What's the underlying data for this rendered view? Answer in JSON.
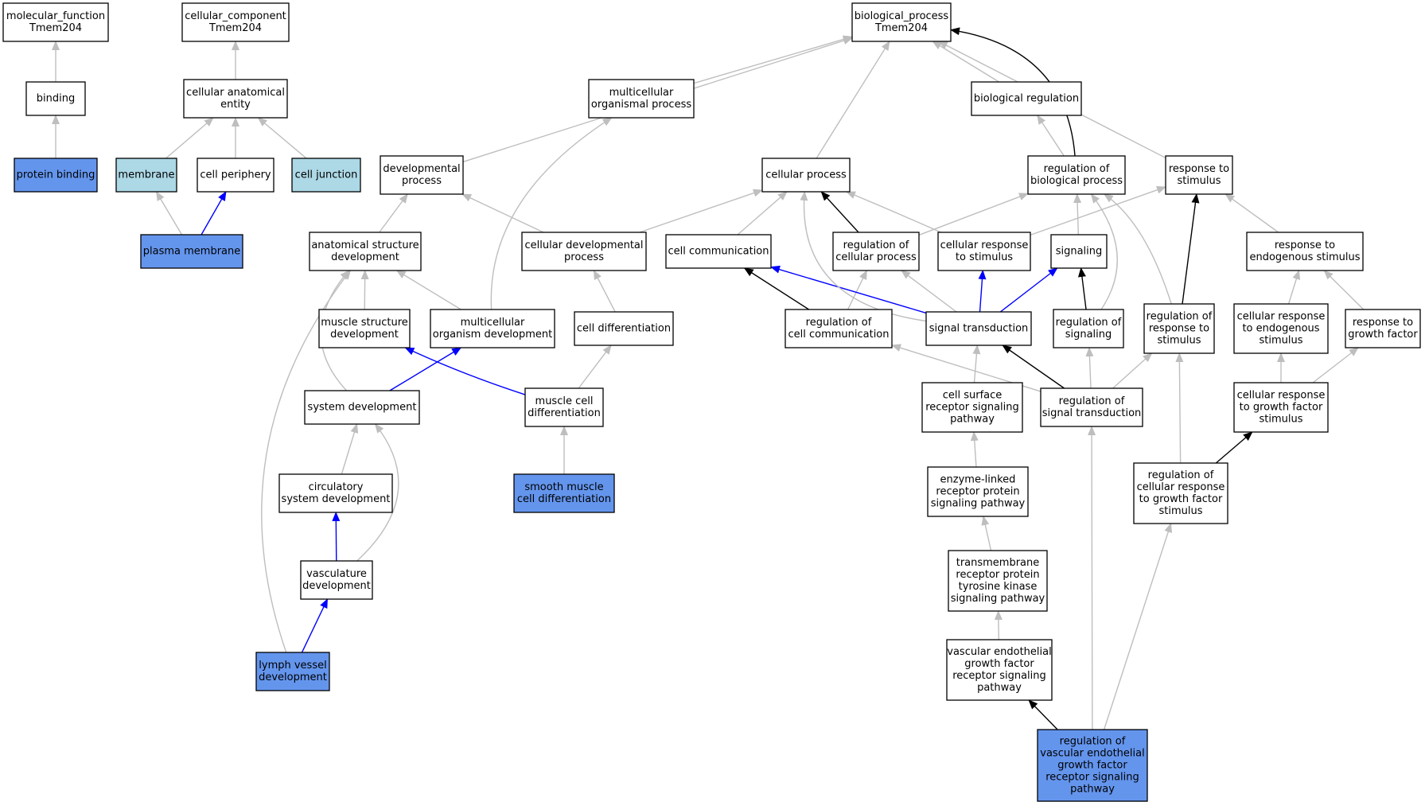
{
  "colors": {
    "plain_fill": "#ffffff",
    "annotated_fill": "#6495ed",
    "component_fill": "#add8e6",
    "edge_gray": "#bebebe",
    "edge_black": "#000000",
    "edge_blue": "#0000ff"
  },
  "nodes": [
    {
      "id": "mf",
      "lines": [
        "molecular_function",
        "Tmem204"
      ],
      "fill": "plain"
    },
    {
      "id": "binding",
      "lines": [
        "binding"
      ],
      "fill": "plain"
    },
    {
      "id": "protein_binding",
      "lines": [
        "protein binding"
      ],
      "fill": "annotated"
    },
    {
      "id": "cc",
      "lines": [
        "cellular_component",
        "Tmem204"
      ],
      "fill": "plain"
    },
    {
      "id": "cae",
      "lines": [
        "cellular anatomical",
        "entity"
      ],
      "fill": "plain"
    },
    {
      "id": "membrane",
      "lines": [
        "membrane"
      ],
      "fill": "component"
    },
    {
      "id": "cell_periphery",
      "lines": [
        "cell periphery"
      ],
      "fill": "plain"
    },
    {
      "id": "cell_junction",
      "lines": [
        "cell junction"
      ],
      "fill": "component"
    },
    {
      "id": "plasma_membrane",
      "lines": [
        "plasma membrane"
      ],
      "fill": "annotated"
    },
    {
      "id": "bp",
      "lines": [
        "biological_process",
        "Tmem204"
      ],
      "fill": "plain"
    },
    {
      "id": "mop",
      "lines": [
        "multicellular",
        "organismal process"
      ],
      "fill": "plain"
    },
    {
      "id": "bio_reg",
      "lines": [
        "biological regulation"
      ],
      "fill": "plain"
    },
    {
      "id": "dev_proc",
      "lines": [
        "developmental",
        "process"
      ],
      "fill": "plain"
    },
    {
      "id": "cell_proc",
      "lines": [
        "cellular process"
      ],
      "fill": "plain"
    },
    {
      "id": "reg_bp",
      "lines": [
        "regulation of",
        "biological process"
      ],
      "fill": "plain"
    },
    {
      "id": "resp_stim",
      "lines": [
        "response to",
        "stimulus"
      ],
      "fill": "plain"
    },
    {
      "id": "asd",
      "lines": [
        "anatomical structure",
        "development"
      ],
      "fill": "plain"
    },
    {
      "id": "cdp",
      "lines": [
        "cellular developmental",
        "process"
      ],
      "fill": "plain"
    },
    {
      "id": "cell_comm",
      "lines": [
        "cell communication"
      ],
      "fill": "plain"
    },
    {
      "id": "reg_cp",
      "lines": [
        "regulation of",
        "cellular process"
      ],
      "fill": "plain"
    },
    {
      "id": "crs",
      "lines": [
        "cellular response",
        "to stimulus"
      ],
      "fill": "plain"
    },
    {
      "id": "signaling",
      "lines": [
        "signaling"
      ],
      "fill": "plain"
    },
    {
      "id": "rtes",
      "lines": [
        "response to",
        "endogenous stimulus"
      ],
      "fill": "plain"
    },
    {
      "id": "msd",
      "lines": [
        "muscle structure",
        "development"
      ],
      "fill": "plain"
    },
    {
      "id": "mod",
      "lines": [
        "multicellular",
        "organism development"
      ],
      "fill": "plain"
    },
    {
      "id": "cell_diff",
      "lines": [
        "cell differentiation"
      ],
      "fill": "plain"
    },
    {
      "id": "reg_cc",
      "lines": [
        "regulation of",
        "cell communication"
      ],
      "fill": "plain"
    },
    {
      "id": "sig_trans",
      "lines": [
        "signal transduction"
      ],
      "fill": "plain"
    },
    {
      "id": "reg_sig",
      "lines": [
        "regulation of",
        "signaling"
      ],
      "fill": "plain"
    },
    {
      "id": "reg_rs",
      "lines": [
        "regulation of",
        "response to",
        "stimulus"
      ],
      "fill": "plain"
    },
    {
      "id": "crtes",
      "lines": [
        "cellular response",
        "to endogenous",
        "stimulus"
      ],
      "fill": "plain"
    },
    {
      "id": "rtgf",
      "lines": [
        "response to",
        "growth factor"
      ],
      "fill": "plain"
    },
    {
      "id": "sys_dev",
      "lines": [
        "system development"
      ],
      "fill": "plain"
    },
    {
      "id": "mcd",
      "lines": [
        "muscle cell",
        "differentiation"
      ],
      "fill": "plain"
    },
    {
      "id": "csrsp",
      "lines": [
        "cell surface",
        "receptor signaling",
        "pathway"
      ],
      "fill": "plain"
    },
    {
      "id": "reg_st",
      "lines": [
        "regulation of",
        "signal transduction"
      ],
      "fill": "plain"
    },
    {
      "id": "crtgfs",
      "lines": [
        "cellular response",
        "to growth factor",
        "stimulus"
      ],
      "fill": "plain"
    },
    {
      "id": "circ",
      "lines": [
        "circulatory",
        "system development"
      ],
      "fill": "plain"
    },
    {
      "id": "smcd",
      "lines": [
        "smooth muscle",
        "cell differentiation"
      ],
      "fill": "annotated"
    },
    {
      "id": "elrpsp",
      "lines": [
        "enzyme-linked",
        "receptor protein",
        "signaling pathway"
      ],
      "fill": "plain"
    },
    {
      "id": "rcrgfs",
      "lines": [
        "regulation of",
        "cellular response",
        "to growth factor",
        "stimulus"
      ],
      "fill": "plain"
    },
    {
      "id": "vasc_dev",
      "lines": [
        "vasculature",
        "development"
      ],
      "fill": "plain"
    },
    {
      "id": "trptk",
      "lines": [
        "transmembrane",
        "receptor protein",
        "tyrosine kinase",
        "signaling pathway"
      ],
      "fill": "plain"
    },
    {
      "id": "lymph",
      "lines": [
        "lymph vessel",
        "development"
      ],
      "fill": "annotated"
    },
    {
      "id": "vegf",
      "lines": [
        "vascular endothelial",
        "growth factor",
        "receptor signaling",
        "pathway"
      ],
      "fill": "plain"
    },
    {
      "id": "reg_vegf",
      "lines": [
        "regulation of",
        "vascular endothelial",
        "growth factor",
        "receptor signaling",
        "pathway"
      ],
      "fill": "annotated"
    }
  ],
  "edges": [
    {
      "from": "binding",
      "to": "mf",
      "color": "gray"
    },
    {
      "from": "protein_binding",
      "to": "binding",
      "color": "gray"
    },
    {
      "from": "cae",
      "to": "cc",
      "color": "gray"
    },
    {
      "from": "membrane",
      "to": "cae",
      "color": "gray"
    },
    {
      "from": "cell_periphery",
      "to": "cae",
      "color": "gray"
    },
    {
      "from": "cell_junction",
      "to": "cae",
      "color": "gray"
    },
    {
      "from": "plasma_membrane",
      "to": "membrane",
      "color": "gray"
    },
    {
      "from": "plasma_membrane",
      "to": "cell_periphery",
      "color": "blue"
    },
    {
      "from": "mop",
      "to": "bp",
      "color": "gray"
    },
    {
      "from": "bio_reg",
      "to": "bp",
      "color": "gray"
    },
    {
      "from": "dev_proc",
      "to": "bp",
      "color": "gray"
    },
    {
      "from": "cell_proc",
      "to": "bp",
      "color": "gray"
    },
    {
      "from": "reg_bp",
      "to": "bp",
      "color": "black"
    },
    {
      "from": "resp_stim",
      "to": "bp",
      "color": "gray"
    },
    {
      "from": "reg_bp",
      "to": "bio_reg",
      "color": "gray"
    },
    {
      "from": "asd",
      "to": "dev_proc",
      "color": "gray"
    },
    {
      "from": "cdp",
      "to": "dev_proc",
      "color": "gray"
    },
    {
      "from": "cdp",
      "to": "cell_proc",
      "color": "gray"
    },
    {
      "from": "cell_comm",
      "to": "cell_proc",
      "color": "gray"
    },
    {
      "from": "reg_cp",
      "to": "cell_proc",
      "color": "black"
    },
    {
      "from": "reg_cp",
      "to": "reg_bp",
      "color": "gray"
    },
    {
      "from": "crs",
      "to": "cell_proc",
      "color": "gray"
    },
    {
      "from": "crs",
      "to": "resp_stim",
      "color": "gray"
    },
    {
      "from": "signaling",
      "to": "reg_bp",
      "color": "gray"
    },
    {
      "from": "rtes",
      "to": "resp_stim",
      "color": "gray"
    },
    {
      "from": "msd",
      "to": "asd",
      "color": "gray"
    },
    {
      "from": "mod",
      "to": "asd",
      "color": "gray"
    },
    {
      "from": "mod",
      "to": "mop",
      "color": "gray"
    },
    {
      "from": "cell_diff",
      "to": "cdp",
      "color": "gray"
    },
    {
      "from": "reg_cc",
      "to": "cell_comm",
      "color": "black"
    },
    {
      "from": "reg_cc",
      "to": "reg_cp",
      "color": "gray"
    },
    {
      "from": "sig_trans",
      "to": "cell_comm",
      "color": "blue"
    },
    {
      "from": "sig_trans",
      "to": "crs",
      "color": "blue"
    },
    {
      "from": "sig_trans",
      "to": "signaling",
      "color": "blue"
    },
    {
      "from": "sig_trans",
      "to": "cell_proc",
      "color": "gray"
    },
    {
      "from": "sig_trans",
      "to": "reg_cp",
      "color": "gray"
    },
    {
      "from": "reg_sig",
      "to": "signaling",
      "color": "black"
    },
    {
      "from": "reg_sig",
      "to": "reg_bp",
      "color": "gray"
    },
    {
      "from": "reg_rs",
      "to": "resp_stim",
      "color": "black"
    },
    {
      "from": "reg_rs",
      "to": "reg_bp",
      "color": "gray"
    },
    {
      "from": "crtes",
      "to": "rtes",
      "color": "gray"
    },
    {
      "from": "rtgf",
      "to": "rtes",
      "color": "gray"
    },
    {
      "from": "sys_dev",
      "to": "asd",
      "color": "gray"
    },
    {
      "from": "sys_dev",
      "to": "mod",
      "color": "blue"
    },
    {
      "from": "mcd",
      "to": "msd",
      "color": "blue"
    },
    {
      "from": "mcd",
      "to": "cell_diff",
      "color": "gray"
    },
    {
      "from": "csrsp",
      "to": "sig_trans",
      "color": "gray"
    },
    {
      "from": "reg_st",
      "to": "sig_trans",
      "color": "black"
    },
    {
      "from": "reg_st",
      "to": "reg_cc",
      "color": "gray"
    },
    {
      "from": "reg_st",
      "to": "reg_sig",
      "color": "gray"
    },
    {
      "from": "reg_st",
      "to": "reg_rs",
      "color": "gray"
    },
    {
      "from": "crtgfs",
      "to": "crtes",
      "color": "gray"
    },
    {
      "from": "crtgfs",
      "to": "rtgf",
      "color": "gray"
    },
    {
      "from": "circ",
      "to": "sys_dev",
      "color": "gray"
    },
    {
      "from": "smcd",
      "to": "mcd",
      "color": "gray"
    },
    {
      "from": "elrpsp",
      "to": "csrsp",
      "color": "gray"
    },
    {
      "from": "rcrgfs",
      "to": "crtgfs",
      "color": "black"
    },
    {
      "from": "rcrgfs",
      "to": "reg_rs",
      "color": "gray"
    },
    {
      "from": "vasc_dev",
      "to": "circ",
      "color": "blue"
    },
    {
      "from": "vasc_dev",
      "to": "sys_dev",
      "color": "gray"
    },
    {
      "from": "trptk",
      "to": "elrpsp",
      "color": "gray"
    },
    {
      "from": "lymph",
      "to": "vasc_dev",
      "color": "blue"
    },
    {
      "from": "lymph",
      "to": "asd",
      "color": "gray"
    },
    {
      "from": "vegf",
      "to": "trptk",
      "color": "gray"
    },
    {
      "from": "reg_vegf",
      "to": "vegf",
      "color": "black"
    },
    {
      "from": "reg_vegf",
      "to": "reg_st",
      "color": "gray"
    },
    {
      "from": "reg_vegf",
      "to": "rcrgfs",
      "color": "gray"
    }
  ]
}
